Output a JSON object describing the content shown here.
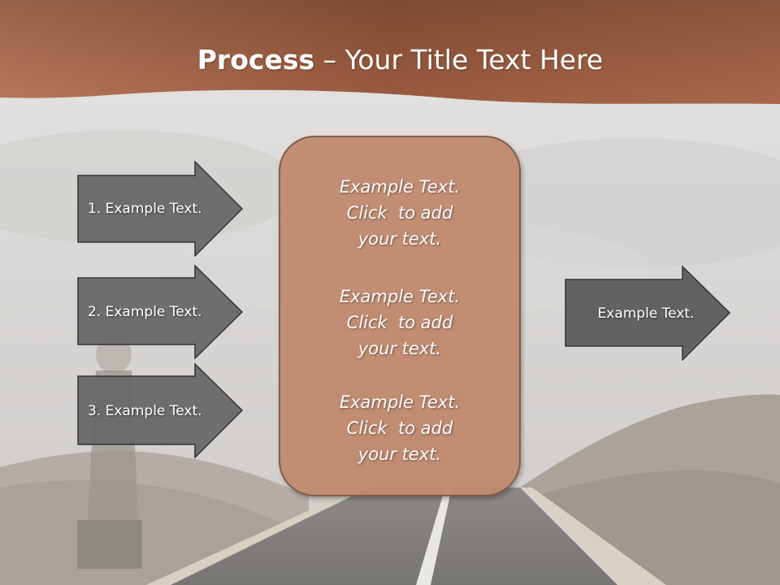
{
  "slide": {
    "title_bold": "Process",
    "title_rest": " – Your Title Text Here",
    "left_steps": [
      {
        "label": "1. Example Text."
      },
      {
        "label": "2. Example Text."
      },
      {
        "label": "3. Example Text."
      }
    ],
    "center_blocks": [
      {
        "lines": [
          "Example Text.",
          "Click  to add",
          "your text."
        ]
      },
      {
        "lines": [
          "Example Text.",
          "Click  to add",
          "your text."
        ]
      },
      {
        "lines": [
          "Example Text.",
          "Click  to add",
          "your text."
        ]
      }
    ],
    "right_arrow": {
      "label": "Example Text."
    }
  },
  "colors": {
    "banner": "#a9674a",
    "arrow_fill": "#6b6b6b",
    "box_fill": "#c08a6f",
    "box_border": "#7d5a46"
  }
}
